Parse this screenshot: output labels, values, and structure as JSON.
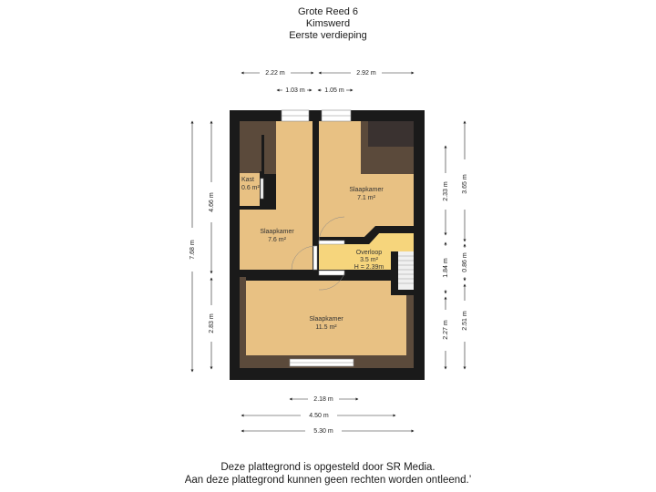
{
  "header": {
    "line1": "Grote Reed 6",
    "line2": "Kimswerd",
    "line3": "Eerste verdieping"
  },
  "rooms": [
    {
      "name": "Kast",
      "area": "0.6 m²"
    },
    {
      "name": "Slaapkamer",
      "area": "7.1 m²"
    },
    {
      "name": "Slaapkamer",
      "area": "7.6 m²"
    },
    {
      "name": "Overloop",
      "area": "3.5 m²",
      "height": "H = 2.39m"
    },
    {
      "name": "Slaapkamer",
      "area": "11.5 m²"
    }
  ],
  "dimensions": {
    "top_left": "2.22 m",
    "top_right": "2.92 m",
    "top_window_left": "1.03 m",
    "top_window_right": "1.05 m",
    "left_total": "7.68 m",
    "left_upper": "4.66 m",
    "left_lower": "2.83 m",
    "right_upper_inner": "2.33 m",
    "right_middle_inner": "1.84 m",
    "right_lower_inner": "2.27 m",
    "right_upper_outer": "3.65 m",
    "right_middle_outer": "0.86 m",
    "right_lower_outer": "2.51 m",
    "bottom_window": "2.18 m",
    "bottom_inner": "4.50 m",
    "bottom_total": "5.30 m"
  },
  "footer": {
    "line1": "Deze plattegrond is opgesteld door SR Media.",
    "line2": "Aan deze plattegrond kunnen geen rechten worden ontleend.’"
  },
  "colors": {
    "wall": "#1a1a1a",
    "floor": "#e8c183",
    "overloop": "#f6d57c",
    "roof_slope": "#5b4a3b"
  }
}
